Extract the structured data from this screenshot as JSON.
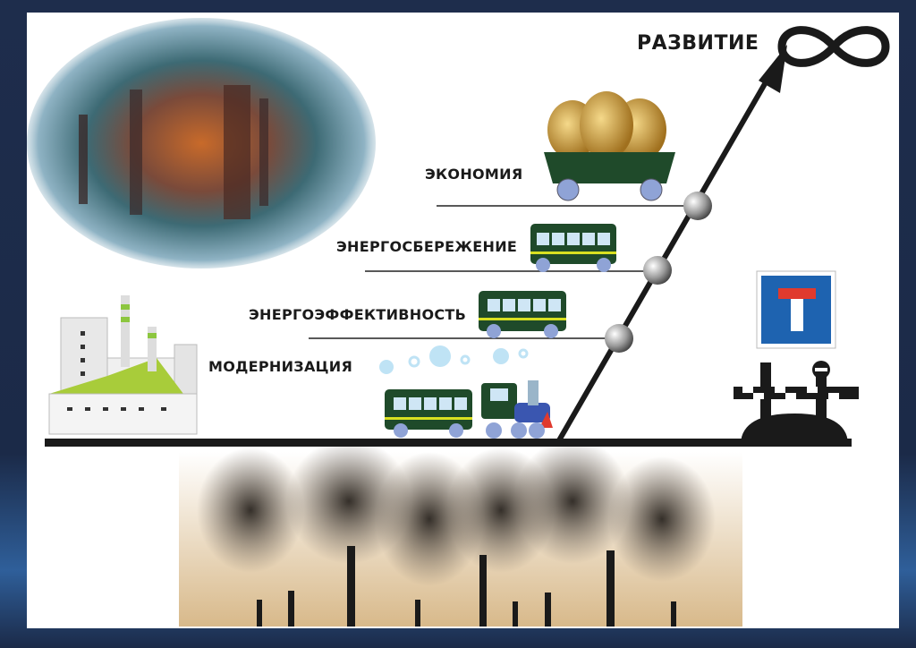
{
  "title": "РАЗВИТИЕ",
  "stages": [
    {
      "label": "ЭКОНОМИЯ"
    },
    {
      "label": "ЭНЕРГОСБЕРЕЖЕНИЕ"
    },
    {
      "label": "ЭНЕРГОЭФФЕКТИВНОСТЬ"
    },
    {
      "label": "МОДЕРНИЗАЦИЯ"
    }
  ],
  "icons": [
    "infinity-icon",
    "road-sign-dead-end-icon",
    "barrier-icon",
    "locomotive-icon",
    "wagon-icon",
    "money-bag-icon",
    "factory-icon",
    "smokestack-icon"
  ],
  "colors": {
    "frame": "#1b2a48",
    "wagon": "#1f4a2a",
    "stripe": "#d9e021",
    "sign": "#1e63b0",
    "sign_t": "#e03a2e"
  }
}
